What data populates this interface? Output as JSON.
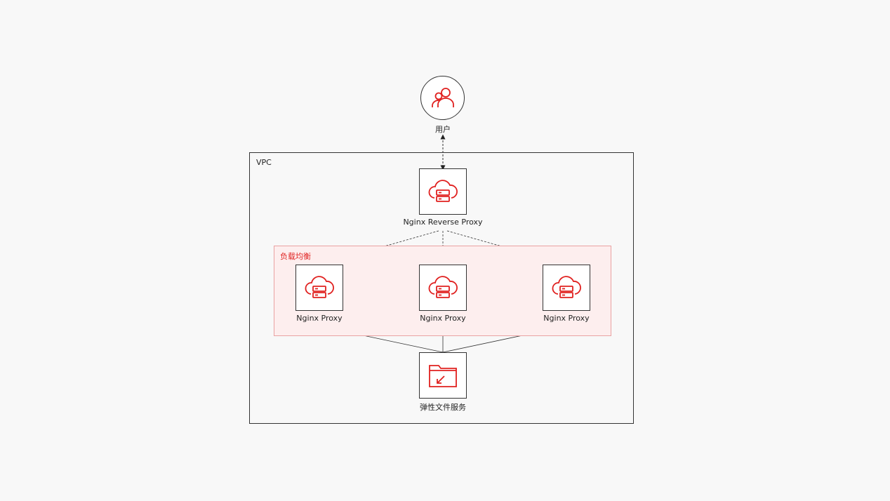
{
  "colors": {
    "accent": "#e0201f",
    "lb_fill": "#fdeeee",
    "lb_border": "#e9a2a2",
    "line": "#333333"
  },
  "user": {
    "label": "用户",
    "icon": "user-group-icon"
  },
  "vpc": {
    "label": "VPC"
  },
  "load_balancer": {
    "label": "负载均衡"
  },
  "reverse_proxy": {
    "label": "Nginx Reverse Proxy",
    "icon": "cloud-server-icon"
  },
  "proxies": [
    {
      "label": "Nginx Proxy",
      "icon": "cloud-server-icon"
    },
    {
      "label": "Nginx Proxy",
      "icon": "cloud-server-icon"
    },
    {
      "label": "Nginx Proxy",
      "icon": "cloud-server-icon"
    }
  ],
  "file_service": {
    "label": "弹性文件服务",
    "icon": "folder-sync-icon"
  }
}
